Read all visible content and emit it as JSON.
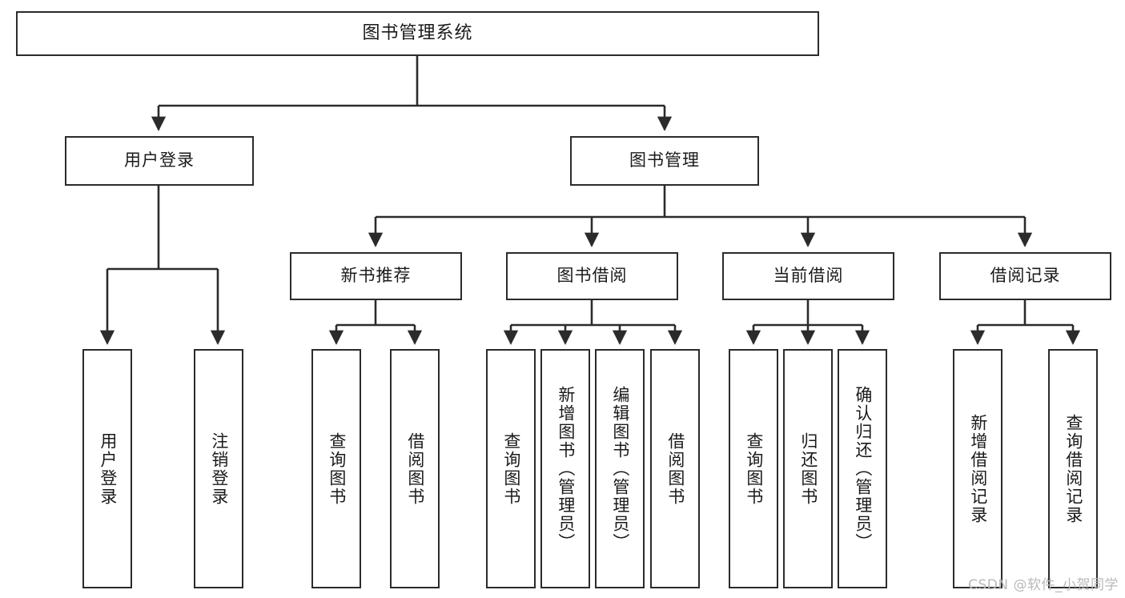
{
  "diagram": {
    "type": "tree",
    "title": "图书管理系统",
    "orientation": "top-down",
    "colors": {
      "box_border": "#2b2b2b",
      "box_fill": "#ffffff",
      "edge": "#2b2b2b",
      "text": "#1a1a1a",
      "watermark": "#b9b9b9"
    },
    "watermark": "CSDN @软件_小贺同学"
  },
  "nodes": {
    "root": {
      "label": "图书管理系统"
    },
    "level2": [
      {
        "id": "user-login",
        "label": "用户登录"
      },
      {
        "id": "book-manage",
        "label": "图书管理"
      }
    ],
    "level3": [
      {
        "id": "new-book-recommend",
        "label": "新书推荐"
      },
      {
        "id": "book-borrow",
        "label": "图书借阅"
      },
      {
        "id": "current-borrow",
        "label": "当前借阅"
      },
      {
        "id": "borrow-record",
        "label": "借阅记录"
      }
    ],
    "leaves": {
      "user-login": [
        {
          "id": "leaf-user-login",
          "label": "用户登录"
        },
        {
          "id": "leaf-logout-login",
          "label": "注销登录"
        }
      ],
      "new-book-recommend": [
        {
          "id": "leaf-query-book-1",
          "label": "查询图书"
        },
        {
          "id": "leaf-borrow-book-1",
          "label": "借阅图书"
        }
      ],
      "book-borrow": [
        {
          "id": "leaf-query-book-2",
          "label": "查询图书"
        },
        {
          "id": "leaf-add-book",
          "label": "新增图书（管理员）"
        },
        {
          "id": "leaf-edit-book",
          "label": "编辑图书（管理员）"
        },
        {
          "id": "leaf-borrow-book-2",
          "label": "借阅图书"
        }
      ],
      "current-borrow": [
        {
          "id": "leaf-query-book-3",
          "label": "查询图书"
        },
        {
          "id": "leaf-return-book",
          "label": "归还图书"
        },
        {
          "id": "leaf-confirm-return",
          "label": "确认归还（管理员）"
        }
      ],
      "borrow-record": [
        {
          "id": "leaf-add-record",
          "label": "新增借阅记录"
        },
        {
          "id": "leaf-query-record",
          "label": "查询借阅记录"
        }
      ]
    }
  }
}
